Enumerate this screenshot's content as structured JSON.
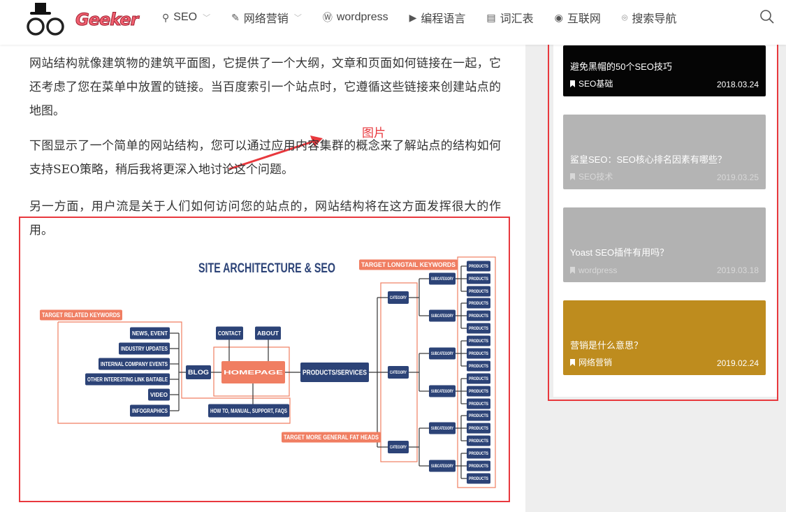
{
  "header": {
    "logo_text": "Geeker",
    "nav": [
      {
        "label": "SEO",
        "icon": "search-icon",
        "dropdown": true
      },
      {
        "label": "网络营销",
        "icon": "edit-icon",
        "dropdown": true
      },
      {
        "label": "wordpress",
        "icon": "wordpress-icon",
        "dropdown": false
      },
      {
        "label": "编程语言",
        "icon": "terminal-icon",
        "dropdown": false
      },
      {
        "label": "词汇表",
        "icon": "document-icon",
        "dropdown": false
      },
      {
        "label": "互联网",
        "icon": "chrome-icon",
        "dropdown": false
      },
      {
        "label": "搜索导航",
        "icon": "location-icon",
        "dropdown": false
      }
    ]
  },
  "article": {
    "paragraphs": [
      "网站结构就像建筑物的建筑平面图，它提供了一个大纲，文章和页面如何链接在一起，它还考虑了您在菜单中放置的链接。当百度索引一个站点时，它遵循这些链接来创建站点的地图。",
      "下图显示了一个简单的网站结构，您可以通过应用内容集群的概念来了解站点的结构如何支持SEO策略，稍后我将更深入地讨论这个问题。",
      "另一方面，用户流是关于人们如何访问您的站点的，网站结构将在这方面发挥很大的作用。"
    ],
    "annotation": "图片",
    "diagram": {
      "title": "SITE ARCHITECTURE & SEO",
      "target_related": "TARGET RELATED KEYWORDS",
      "target_longtail": "TARGET LONGTAIL KEYWORDS",
      "target_general": "TARGET MORE GENERAL FAT HEADS",
      "blog_items": [
        "NEWS, EVENT",
        "INDUSTRY UPDATES",
        "INTERNAL COMPANY EVENTS",
        "OTHER INTERESTING LINK BAITABLE",
        "VIDEO",
        "INFOGRAPHICS"
      ],
      "blog": "BLOG",
      "contact": "CONTACT",
      "about": "ABOUT",
      "homepage": "HOMEPAGE",
      "howto": "HOW TO, MANUAL, SUPPORT, FAQS",
      "products_services": "PRODUCTS/SERVICES",
      "category": "CATEGORY",
      "subcategory": "SUBCATEGORY",
      "products": "PRODUCTS"
    }
  },
  "sidebar": {
    "cards": [
      {
        "title": "避免黑帽的50个SEO技巧",
        "category": "SEO基础",
        "date": "2018.03.24",
        "bg": "#050505"
      },
      {
        "title": "鲨皇SEO：SEO核心排名因素有哪些？",
        "category": "SEO技术",
        "date": "2019.03.25",
        "bg": "#b4b4b4"
      },
      {
        "title": "Yoast SEO插件有用吗？",
        "category": "wordpress",
        "date": "2019.03.18",
        "bg": "#b2b2b2"
      },
      {
        "title": "营销是什么意思？",
        "category": "网络营销",
        "date": "2019.02.24",
        "bg": "#be8c1e"
      }
    ]
  },
  "colors": {
    "accent": "#e8383d",
    "navy": "#2c4377",
    "coral": "#f07e62"
  }
}
